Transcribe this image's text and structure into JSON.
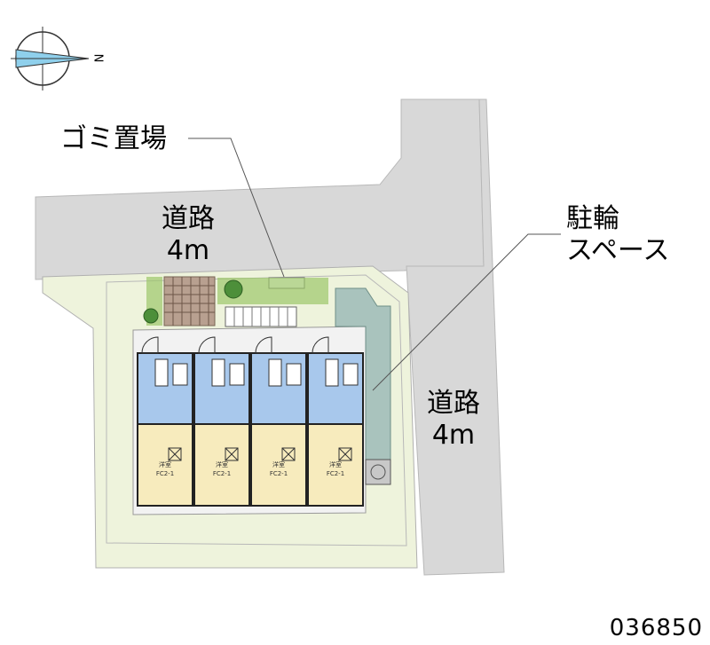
{
  "compass": {
    "north_label": "N",
    "icon": "north-arrow-icon"
  },
  "labels": {
    "garbage": "ゴミ置場",
    "road_top_name": "道路",
    "road_top_width": "4m",
    "bicycle_line1": "駐輪",
    "bicycle_line2": "スペース",
    "road_right_name": "道路",
    "road_right_width": "4m"
  },
  "units": [
    {
      "room_type": "洋室",
      "code": "FC2-1"
    },
    {
      "room_type": "洋室",
      "code": "FC2-1"
    },
    {
      "room_type": "洋室",
      "code": "FC2-1"
    },
    {
      "room_type": "洋室",
      "code": "FC2-1"
    }
  ],
  "property_code": "036850",
  "colors": {
    "road": "#d8d8d8",
    "lot": "#eef3dc",
    "bathroom": "#a8c8ec",
    "room": "#f7ebbd",
    "parking": "#a9c3bd",
    "green": "#8ab95a"
  }
}
